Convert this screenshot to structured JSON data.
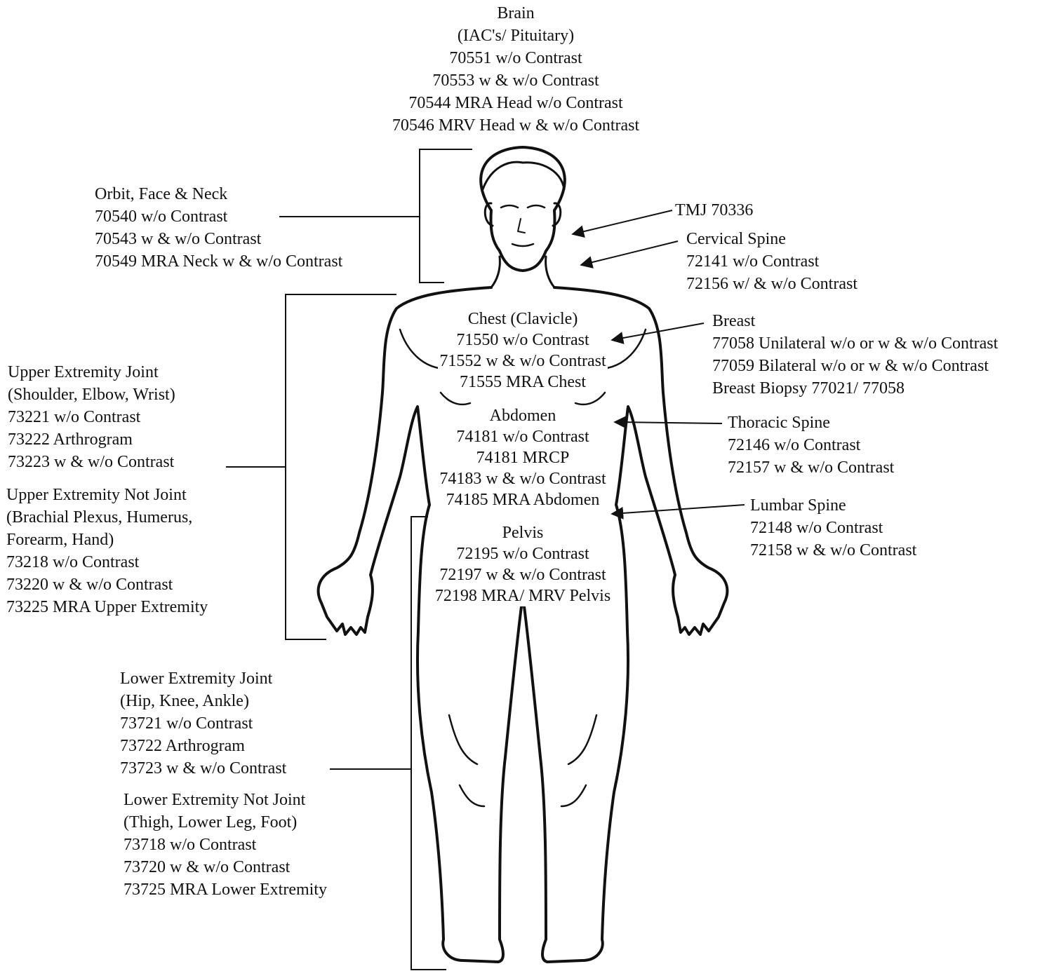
{
  "labels": {
    "brain": [
      "Brain",
      "(IAC's/ Pituitary)",
      "70551  w/o Contrast",
      "70553  w & w/o Contrast",
      "70544  MRA Head w/o Contrast",
      "70546  MRV Head w & w/o Contrast"
    ],
    "orbit": [
      "Orbit, Face & Neck",
      "70540  w/o Contrast",
      "70543  w & w/o Contrast",
      "70549  MRA Neck w & w/o Contrast"
    ],
    "tmj": [
      "TMJ  70336"
    ],
    "cervical": [
      "Cervical Spine",
      "72141  w/o Contrast",
      "72156  w/ & w/o Contrast"
    ],
    "chest": [
      "Chest (Clavicle)",
      "71550  w/o Contrast",
      "71552  w & w/o Contrast",
      "71555  MRA Chest"
    ],
    "breast": [
      "Breast",
      "77058  Unilateral w/o or w & w/o Contrast",
      "77059  Bilateral w/o or w & w/o Contrast",
      "Breast Biopsy  77021/ 77058"
    ],
    "upper_joint": [
      "Upper Extremity Joint",
      "(Shoulder, Elbow, Wrist)",
      "73221  w/o Contrast",
      "73222  Arthrogram",
      "73223  w & w/o Contrast"
    ],
    "upper_not_joint": [
      "Upper Extremity Not Joint",
      "(Brachial Plexus, Humerus,",
      "Forearm, Hand)",
      "73218  w/o Contrast",
      "73220  w & w/o Contrast",
      "73225  MRA Upper Extremity"
    ],
    "abdomen": [
      "Abdomen",
      "74181  w/o Contrast",
      "74181  MRCP",
      "74183  w & w/o Contrast",
      "74185  MRA Abdomen"
    ],
    "thoracic": [
      "Thoracic Spine",
      "72146  w/o Contrast",
      "72157  w & w/o Contrast"
    ],
    "lumbar": [
      "Lumbar Spine",
      "72148  w/o Contrast",
      "72158  w & w/o Contrast"
    ],
    "pelvis": [
      "Pelvis",
      "72195  w/o Contrast",
      "72197  w & w/o Contrast",
      "72198  MRA/ MRV Pelvis"
    ],
    "lower_joint": [
      "Lower Extremity Joint",
      "(Hip, Knee, Ankle)",
      "73721  w/o Contrast",
      "73722  Arthrogram",
      "73723  w & w/o Contrast"
    ],
    "lower_not_joint": [
      "Lower Extremity Not Joint",
      "(Thigh, Lower Leg, Foot)",
      "73718  w/o Contrast",
      "73720  w & w/o Contrast",
      "73725  MRA Lower Extremity"
    ]
  }
}
